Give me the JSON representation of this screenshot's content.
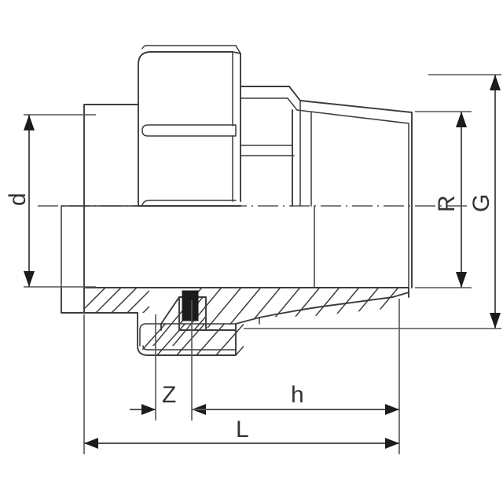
{
  "drawing": {
    "type": "technical-engineering-drawing",
    "subject": "pipe union fitting cross-section",
    "background_color": "#ffffff",
    "line_color": "#3c3c3c",
    "dimension_color": "#555555",
    "seal_color": "#1c1c1c",
    "dimensions": {
      "d": {
        "label": "d",
        "orientation": "vertical",
        "position": "left",
        "description": "socket outside diameter"
      },
      "R": {
        "label": "R",
        "orientation": "vertical",
        "position": "right-inner",
        "description": "thread diameter"
      },
      "G": {
        "label": "G",
        "orientation": "vertical",
        "position": "right-outer",
        "description": "overall nut diameter"
      },
      "Z": {
        "label": "Z",
        "orientation": "horizontal",
        "position": "bottom-left",
        "description": "seal seat length"
      },
      "h": {
        "label": "h",
        "orientation": "horizontal",
        "position": "bottom-middle",
        "description": "thread end length"
      },
      "L": {
        "label": "L",
        "orientation": "horizontal",
        "position": "bottom",
        "description": "overall length"
      }
    }
  }
}
